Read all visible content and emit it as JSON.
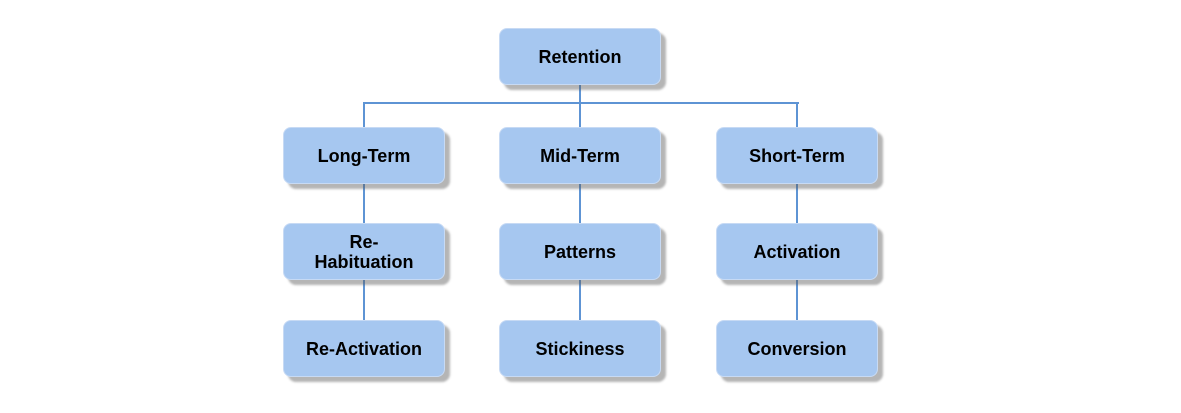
{
  "diagram": {
    "type": "org-chart-tree",
    "colors": {
      "background": "#ffffff",
      "node_fill": "#a6c7f0",
      "node_border": "#c7daf4",
      "connector_color": "#5e94d4",
      "text_color": "#000000"
    },
    "nodes": [
      {
        "id": "retention",
        "label": "Retention",
        "level": 1,
        "parent": null
      },
      {
        "id": "long-term",
        "label": "Long-Term",
        "level": 2,
        "parent": "retention"
      },
      {
        "id": "mid-term",
        "label": "Mid-Term",
        "level": 2,
        "parent": "retention"
      },
      {
        "id": "short-term",
        "label": "Short-Term",
        "level": 2,
        "parent": "retention"
      },
      {
        "id": "re-habituation",
        "label": "Re-Habituation",
        "level": 3,
        "parent": "long-term"
      },
      {
        "id": "patterns",
        "label": "Patterns",
        "level": 3,
        "parent": "mid-term"
      },
      {
        "id": "activation",
        "label": "Activation",
        "level": 3,
        "parent": "short-term"
      },
      {
        "id": "re-activation",
        "label": "Re-Activation",
        "level": 4,
        "parent": "re-habituation"
      },
      {
        "id": "stickiness",
        "label": "Stickiness",
        "level": 4,
        "parent": "patterns"
      },
      {
        "id": "conversion",
        "label": "Conversion",
        "level": 4,
        "parent": "activation"
      }
    ],
    "edges": [
      [
        "retention",
        "long-term"
      ],
      [
        "retention",
        "mid-term"
      ],
      [
        "retention",
        "short-term"
      ],
      [
        "long-term",
        "re-habituation"
      ],
      [
        "mid-term",
        "patterns"
      ],
      [
        "short-term",
        "activation"
      ],
      [
        "re-habituation",
        "re-activation"
      ],
      [
        "patterns",
        "stickiness"
      ],
      [
        "activation",
        "conversion"
      ]
    ]
  }
}
